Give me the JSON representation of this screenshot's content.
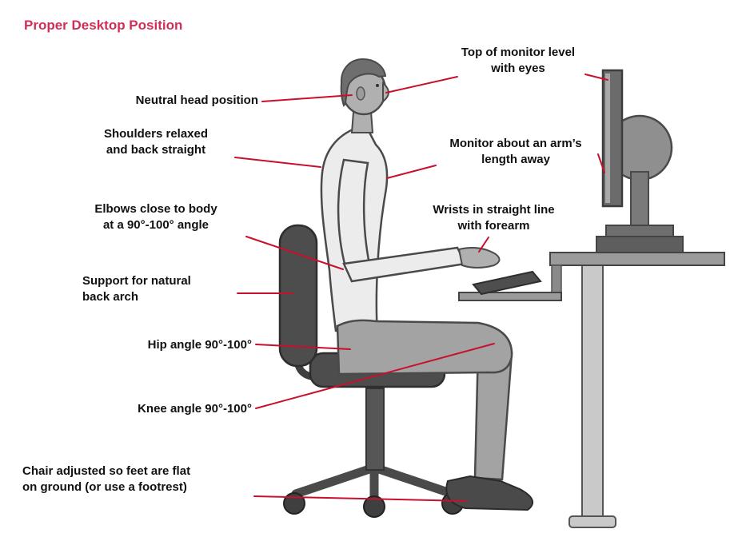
{
  "title": "Proper Desktop Position",
  "colors": {
    "title": "#d02f55",
    "leader_line": "#c8102e",
    "label_text": "#111111"
  },
  "labels": {
    "neutral_head": "Neutral head position",
    "monitor_level": "Top of monitor level\nwith eyes",
    "shoulders": "Shoulders relaxed\nand back straight",
    "monitor_distance": "Monitor about an arm’s\nlength away",
    "elbows": "Elbows close to body\nat a 90°-100° angle",
    "wrists": "Wrists in straight line\nwith forearm",
    "back_support": "Support for natural\nback arch",
    "hip_angle": "Hip angle 90°-100°",
    "knee_angle": "Knee angle 90°-100°",
    "feet": "Chair adjusted so feet are flat\non ground (or use a footrest)"
  }
}
